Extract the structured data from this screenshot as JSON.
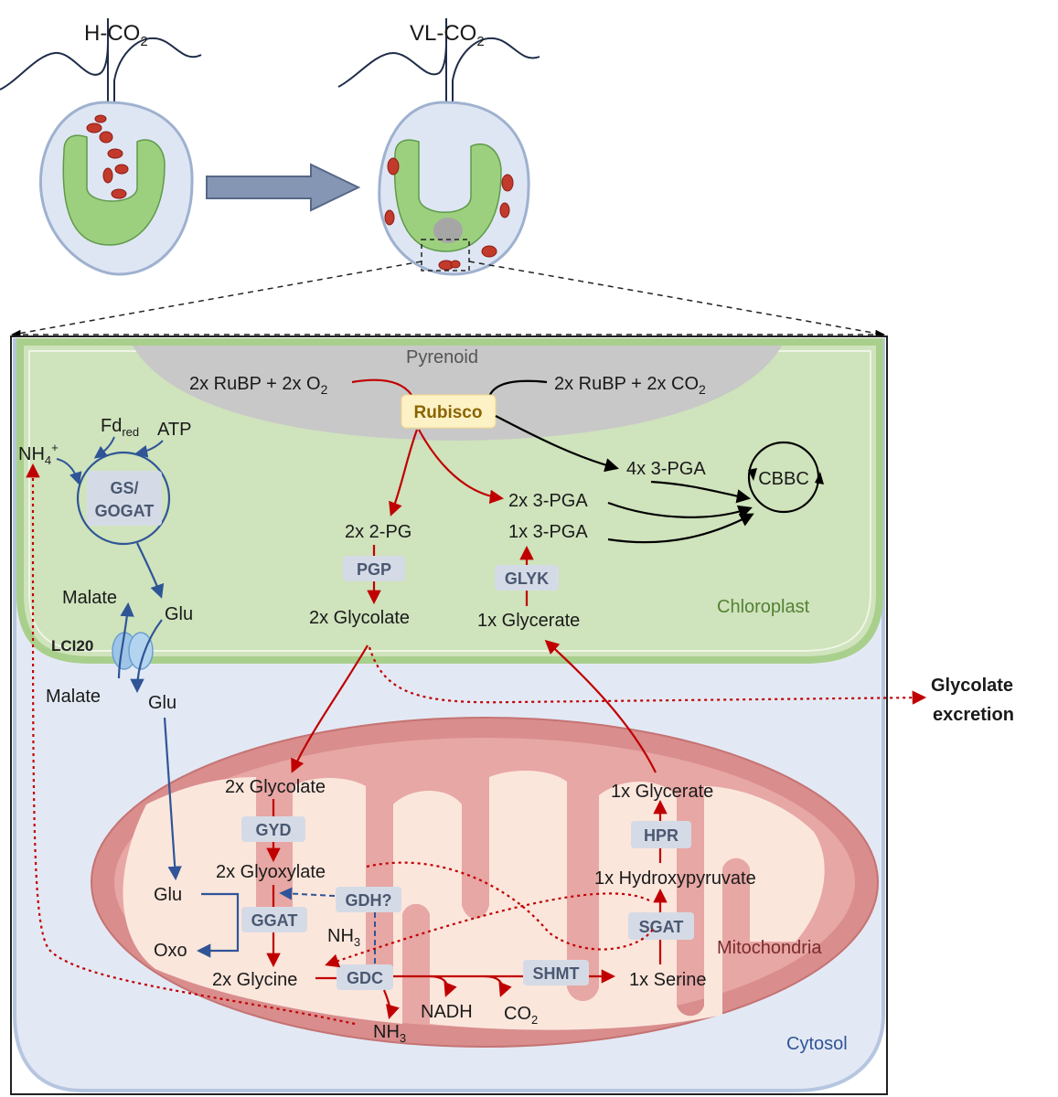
{
  "cells": {
    "left_label": "H-CO",
    "left_sub": "2",
    "right_label": "VL-CO",
    "right_sub": "2"
  },
  "compartments": {
    "pyrenoid": "Pyrenoid",
    "chloroplast": "Chloroplast",
    "mitochondria": "Mitochondria",
    "cytosol": "Cytosol"
  },
  "reactions": {
    "rubp_o2_a": "2x RuBP + 2x O",
    "rubp_o2_sub": "2",
    "rubp_co2_a": "2x RuBP + 2x CO",
    "rubp_co2_sub": "2",
    "rubisco": "Rubisco",
    "pga4": "4x 3-PGA",
    "pga2": "2x 3-PGA",
    "pga1": "1x 3-PGA",
    "cbbc": "CBBC",
    "pg2": "2x 2-PG",
    "glycolate_cp": "2x Glycolate",
    "glycerate_cp": "1x Glycerate",
    "glycolate_mt": "2x Glycolate",
    "glyoxylate": "2x Glyoxylate",
    "glycine": "2x Glycine",
    "serine": "1x Serine",
    "hydroxypyruvate": "1x Hydroxypyruvate",
    "glycerate_mt": "1x Glycerate",
    "nadh": "NADH",
    "co2_a": "CO",
    "co2_sub": "2",
    "nh3_bottom_a": "NH",
    "nh3_bottom_sub": "3",
    "nh3_gdh_a": "NH",
    "nh3_gdh_sub": "3",
    "glu_mt": "Glu",
    "oxo": "Oxo",
    "fd_a": "Fd",
    "fd_sub": "red",
    "atp": "ATP",
    "nh4_a": "NH",
    "nh4_sub": "4",
    "nh4_sup": "+",
    "malate_top": "Malate",
    "glu_top": "Glu",
    "malate_bottom": "Malate",
    "glu_bottom": "Glu",
    "lci20": "LCI20",
    "excretion_1": "Glycolate",
    "excretion_2": "excretion"
  },
  "enzymes": {
    "pgp": "PGP",
    "glyk": "GLYK",
    "gyd": "GYD",
    "ggat": "GGAT",
    "gdh": "GDH?",
    "gdc": "GDC",
    "shmt": "SHMT",
    "sgat": "SGAT",
    "hpr": "HPR",
    "gs_gogat_1": "GS/",
    "gs_gogat_2": "GOGAT"
  },
  "colors": {
    "chloroplast": "#cfe3bc",
    "chloroplast_edge": "#a9cf8c",
    "pyrenoid": "#c8c8c8",
    "cytosol": "#e3e9f4",
    "mito_outer": "#d98d8d",
    "mito_inner": "#fbe6dc",
    "red_arrow": "#c00000",
    "blue_arrow": "#2f5597",
    "enzyme_box": "#d5dbe6",
    "rubisco_box": "#fdf1c6",
    "rubisco_text": "#8a6500"
  }
}
